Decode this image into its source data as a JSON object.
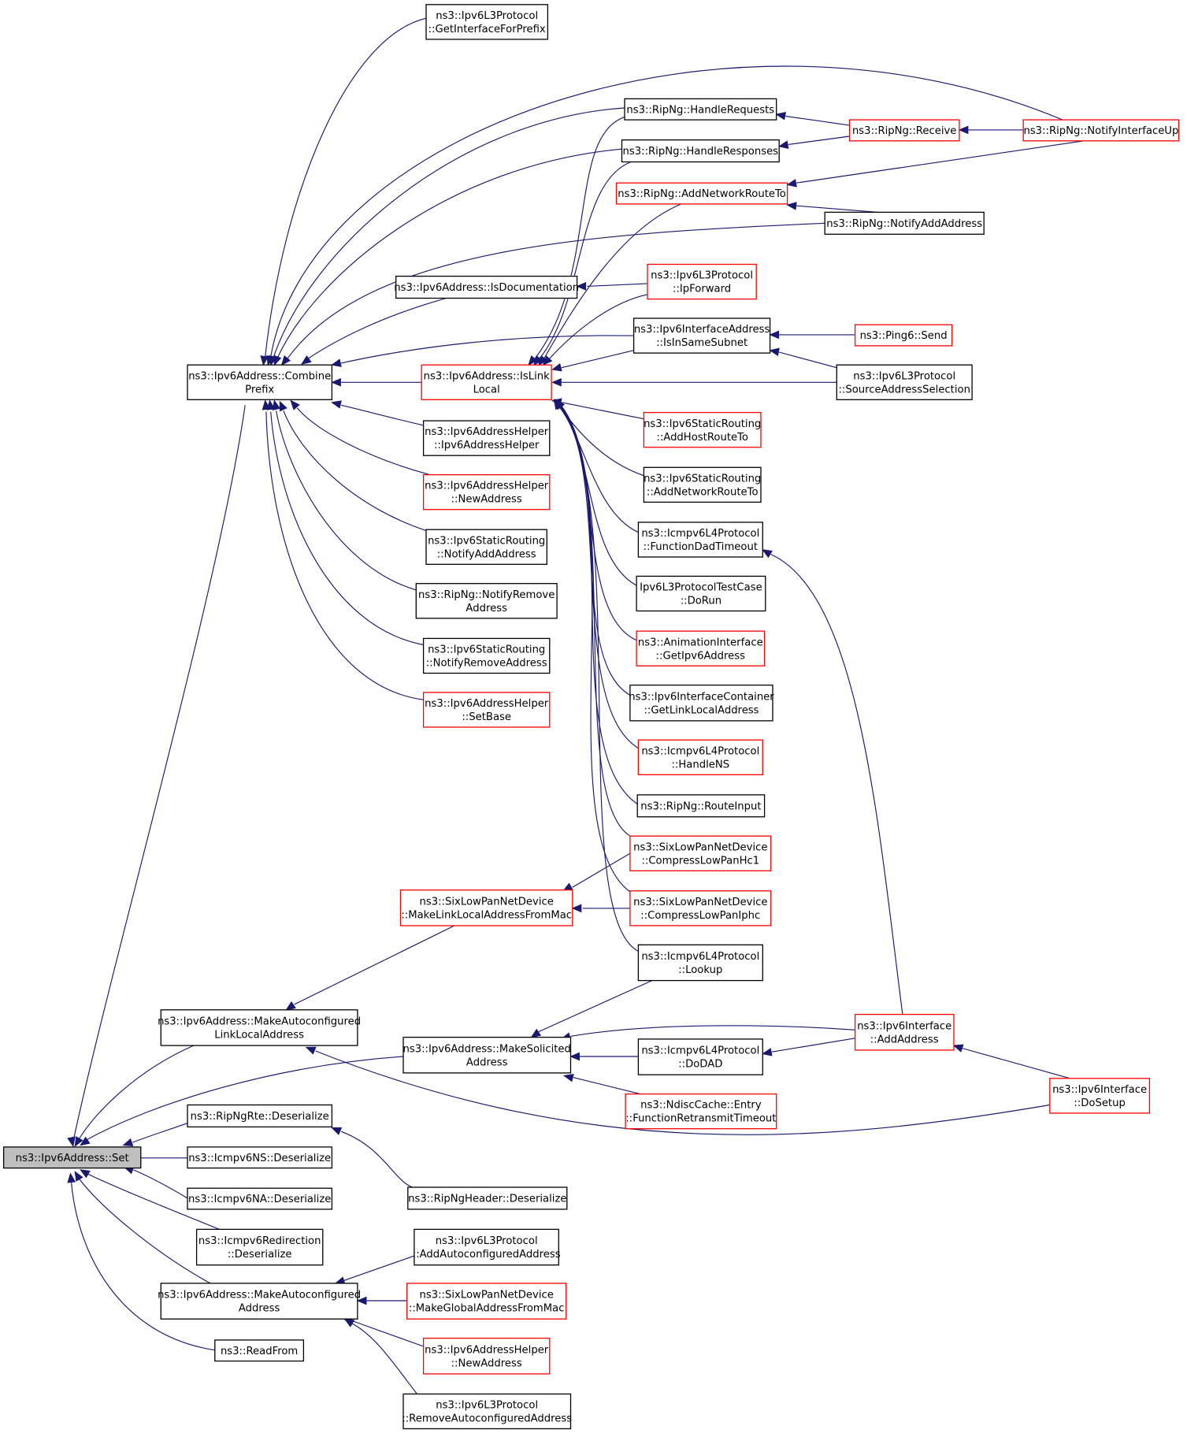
{
  "nodes": [
    {
      "id": "set",
      "lines": [
        "ns3::Ipv6Address::Set"
      ],
      "border": "black",
      "fill": "#bfbfbf"
    },
    {
      "id": "combine",
      "lines": [
        "ns3::Ipv6Address::Combine",
        "Prefix"
      ],
      "border": "black"
    },
    {
      "id": "mkautollla",
      "lines": [
        "ns3::Ipv6Address::MakeAutoconfigured",
        "LinkLocalAddress"
      ],
      "border": "black"
    },
    {
      "id": "rngrte",
      "lines": [
        "ns3::RipNgRte::Deserialize"
      ],
      "border": "black"
    },
    {
      "id": "icns",
      "lines": [
        "ns3::Icmpv6NS::Deserialize"
      ],
      "border": "black"
    },
    {
      "id": "icna",
      "lines": [
        "ns3::Icmpv6NA::Deserialize"
      ],
      "border": "black"
    },
    {
      "id": "icredir",
      "lines": [
        "ns3::Icmpv6Redirection",
        "::Deserialize"
      ],
      "border": "black"
    },
    {
      "id": "mkauto",
      "lines": [
        "ns3::Ipv6Address::MakeAutoconfigured",
        "Address"
      ],
      "border": "black"
    },
    {
      "id": "readfrom",
      "lines": [
        "ns3::ReadFrom"
      ],
      "border": "black"
    },
    {
      "id": "l3getif",
      "lines": [
        "ns3::Ipv6L3Protocol",
        "::GetInterfaceForPrefix"
      ],
      "border": "black"
    },
    {
      "id": "isdoc",
      "lines": [
        "ns3::Ipv6Address::IsDocumentation"
      ],
      "border": "black"
    },
    {
      "id": "islinklocal",
      "lines": [
        "ns3::Ipv6Address::IsLink",
        "Local"
      ],
      "border": "red"
    },
    {
      "id": "ahctor",
      "lines": [
        "ns3::Ipv6AddressHelper",
        "::Ipv6AddressHelper"
      ],
      "border": "black"
    },
    {
      "id": "ahnewaddr1",
      "lines": [
        "ns3::Ipv6AddressHelper",
        "::NewAddress"
      ],
      "border": "red"
    },
    {
      "id": "srnotifyadd",
      "lines": [
        "ns3::Ipv6StaticRouting",
        "::NotifyAddAddress"
      ],
      "border": "black"
    },
    {
      "id": "rnnotifyrem",
      "lines": [
        "ns3::RipNg::NotifyRemove",
        "Address"
      ],
      "border": "black"
    },
    {
      "id": "srnotifyrem",
      "lines": [
        "ns3::Ipv6StaticRouting",
        "::NotifyRemoveAddress"
      ],
      "border": "black"
    },
    {
      "id": "ahsetbase",
      "lines": [
        "ns3::Ipv6AddressHelper",
        "::SetBase"
      ],
      "border": "red"
    },
    {
      "id": "slmkll",
      "lines": [
        "ns3::SixLowPanNetDevice",
        "::MakeLinkLocalAddressFromMac"
      ],
      "border": "red"
    },
    {
      "id": "mksolicited",
      "lines": [
        "ns3::Ipv6Address::MakeSolicited",
        "Address"
      ],
      "border": "black"
    },
    {
      "id": "rnghdr",
      "lines": [
        "ns3::RipNgHeader::Deserialize"
      ],
      "border": "black"
    },
    {
      "id": "l3addauto",
      "lines": [
        "ns3::Ipv6L3Protocol",
        "::AddAutoconfiguredAddress"
      ],
      "border": "black"
    },
    {
      "id": "slmkglobal",
      "lines": [
        "ns3::SixLowPanNetDevice",
        "::MakeGlobalAddressFromMac"
      ],
      "border": "red"
    },
    {
      "id": "ahnewaddr2",
      "lines": [
        "ns3::Ipv6AddressHelper",
        "::NewAddress"
      ],
      "border": "red"
    },
    {
      "id": "l3remauto",
      "lines": [
        "ns3::Ipv6L3Protocol",
        "::RemoveAutoconfiguredAddress"
      ],
      "border": "black"
    },
    {
      "id": "rnhreq",
      "lines": [
        "ns3::RipNg::HandleRequests"
      ],
      "border": "black"
    },
    {
      "id": "rnhresp",
      "lines": [
        "ns3::RipNg::HandleResponses"
      ],
      "border": "black"
    },
    {
      "id": "rnaddnet",
      "lines": [
        "ns3::RipNg::AddNetworkRouteTo"
      ],
      "border": "red"
    },
    {
      "id": "l3ipfwd",
      "lines": [
        "ns3::Ipv6L3Protocol",
        "::IpForward"
      ],
      "border": "red"
    },
    {
      "id": "iaissame",
      "lines": [
        "ns3::Ipv6InterfaceAddress",
        "::IsInSameSubnet"
      ],
      "border": "black"
    },
    {
      "id": "sraddhost",
      "lines": [
        "ns3::Ipv6StaticRouting",
        "::AddHostRouteTo"
      ],
      "border": "red"
    },
    {
      "id": "sraddnet",
      "lines": [
        "ns3::Ipv6StaticRouting",
        "::AddNetworkRouteTo"
      ],
      "border": "black"
    },
    {
      "id": "icdadto",
      "lines": [
        "ns3::Icmpv6L4Protocol",
        "::FunctionDadTimeout"
      ],
      "border": "black"
    },
    {
      "id": "l3test",
      "lines": [
        "Ipv6L3ProtocolTestCase",
        "::DoRun"
      ],
      "border": "black"
    },
    {
      "id": "animget",
      "lines": [
        "ns3::AnimationInterface",
        "::GetIpv6Address"
      ],
      "border": "red"
    },
    {
      "id": "icgetll",
      "lines": [
        "ns3::Ipv6InterfaceContainer",
        "::GetLinkLocalAddress"
      ],
      "border": "black"
    },
    {
      "id": "ichandlens",
      "lines": [
        "ns3::Icmpv6L4Protocol",
        "::HandleNS"
      ],
      "border": "red"
    },
    {
      "id": "rnrouteinput",
      "lines": [
        "ns3::RipNg::RouteInput"
      ],
      "border": "black"
    },
    {
      "id": "slhc1",
      "lines": [
        "ns3::SixLowPanNetDevice",
        "::CompressLowPanHc1"
      ],
      "border": "red"
    },
    {
      "id": "sliphc",
      "lines": [
        "ns3::SixLowPanNetDevice",
        "::CompressLowPanIphc"
      ],
      "border": "red"
    },
    {
      "id": "iclookup",
      "lines": [
        "ns3::Icmpv6L4Protocol",
        "::Lookup"
      ],
      "border": "black"
    },
    {
      "id": "icdodad",
      "lines": [
        "ns3::Icmpv6L4Protocol",
        "::DoDAD"
      ],
      "border": "black"
    },
    {
      "id": "ndiscretx",
      "lines": [
        "ns3::NdiscCache::Entry",
        "::FunctionRetransmitTimeout"
      ],
      "border": "red"
    },
    {
      "id": "rnreceive",
      "lines": [
        "ns3::RipNg::Receive"
      ],
      "border": "red"
    },
    {
      "id": "rnnotifyadd",
      "lines": [
        "ns3::RipNg::NotifyAddAddress"
      ],
      "border": "black"
    },
    {
      "id": "ping6send",
      "lines": [
        "ns3::Ping6::Send"
      ],
      "border": "red"
    },
    {
      "id": "l3srcsel",
      "lines": [
        "ns3::Ipv6L3Protocol",
        "::SourceAddressSelection"
      ],
      "border": "black"
    },
    {
      "id": "ifaceadd",
      "lines": [
        "ns3::Ipv6Interface",
        "::AddAddress"
      ],
      "border": "red"
    },
    {
      "id": "rnnotifyup",
      "lines": [
        "ns3::RipNg::NotifyInterfaceUp"
      ],
      "border": "red"
    },
    {
      "id": "ifacesetup",
      "lines": [
        "ns3::Ipv6Interface",
        "::DoSetup"
      ],
      "border": "red"
    }
  ]
}
